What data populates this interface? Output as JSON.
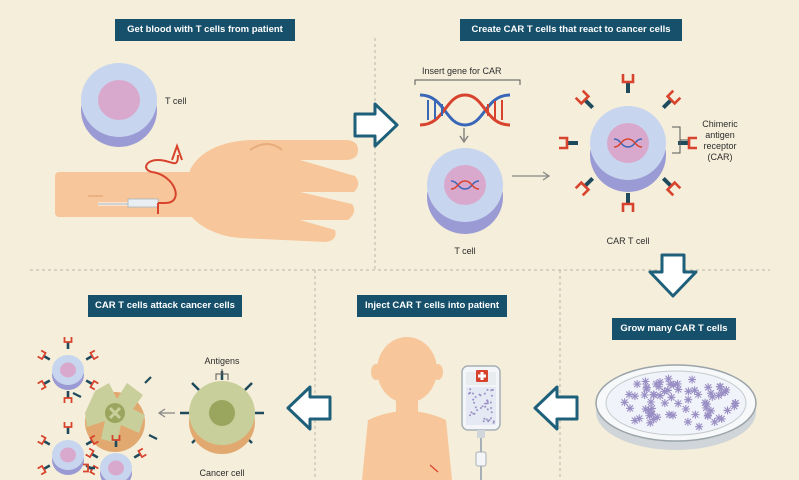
{
  "steps": {
    "step1_title": "Get blood with T cells from patient",
    "step2_title": "Create CAR T cells that react to cancer cells",
    "step3_title": "Grow many CAR T cells",
    "step4_title": "Inject CAR T cells into patient",
    "step5_title": "CAR T cells attack cancer cells"
  },
  "labels": {
    "t_cell_1": "T cell",
    "insert_gene": "Insert gene for CAR",
    "t_cell_2": "T cell",
    "car_line1": "Chimeric",
    "car_line2": "antigen",
    "car_line3": "receptor",
    "car_line4": "(CAR)",
    "car_t_cell": "CAR T cell",
    "antigens": "Antigens",
    "cancer_cell": "Cancer cell"
  },
  "colors": {
    "background": "#f5eedb",
    "title_box": "#17506b",
    "cell_outer": "#c7d6ee",
    "cell_nucleus": "#d9a9cd",
    "skin": "#f7c69a",
    "receptor_red": "#d8432d",
    "receptor_stem": "#1e4a5c",
    "arrow_outline": "#1e5f7a",
    "cancer_cell": "#c9cf9a"
  }
}
